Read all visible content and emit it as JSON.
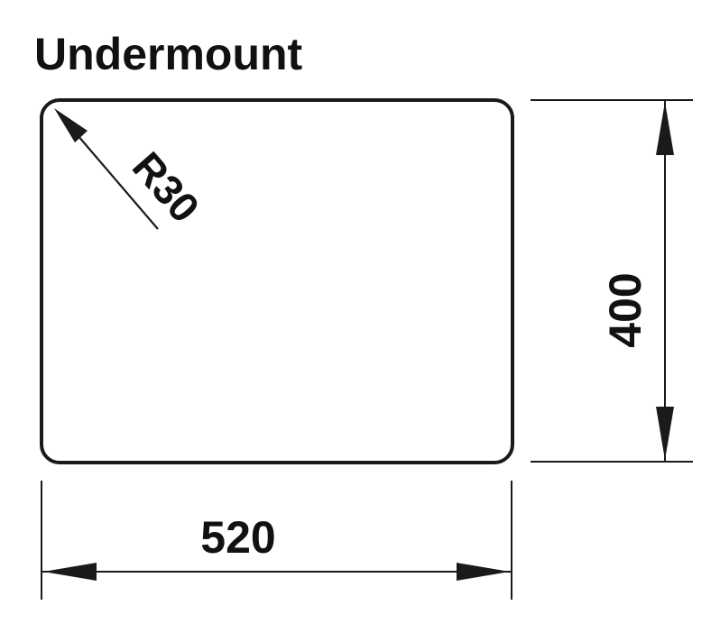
{
  "title": "Undermount",
  "radius_label": "R30",
  "height_label": "400",
  "width_label": "520",
  "colors": {
    "line": "#1a1a1a",
    "background": "#ffffff"
  }
}
